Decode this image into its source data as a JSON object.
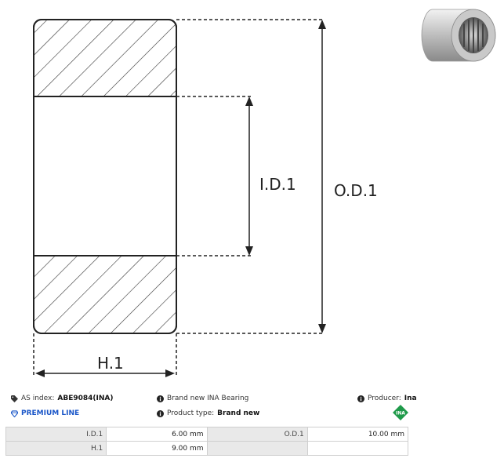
{
  "drawing": {
    "labels": {
      "inner_diameter": "I.D.1",
      "outer_diameter": "O.D.1",
      "height": "H.1"
    }
  },
  "info": {
    "as_index_label": "AS index:",
    "as_index_value": "ABE9084(INA)",
    "premium_label": "PREMIUM LINE",
    "description": "Brand new INA Bearing",
    "product_type_label": "Product type:",
    "product_type_value": "Brand new",
    "producer_label": "Producer:",
    "producer_value": "Ina",
    "brand_logo_text": "INA"
  },
  "specs": {
    "rows": [
      {
        "k1": "I.D.1",
        "v1": "6.00 mm",
        "k2": "O.D.1",
        "v2": "10.00 mm"
      },
      {
        "k1": "H.1",
        "v1": "9.00 mm",
        "k2": "",
        "v2": ""
      }
    ]
  },
  "colors": {
    "accent": "#1a56c8",
    "brand_green": "#1f9a4a",
    "header_bg": "#e9e9e9"
  }
}
